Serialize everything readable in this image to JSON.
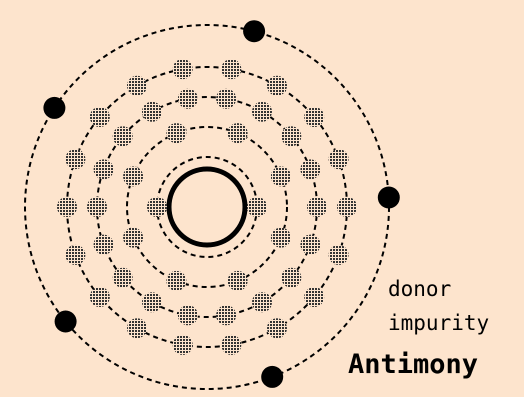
{
  "element": {
    "name": "Antimony",
    "label_line1": "donor",
    "label_line2": "impurity",
    "shell_electron_counts": [
      2,
      8,
      18,
      18,
      5
    ]
  },
  "colors": {
    "background": "#fde4cd",
    "ink": "#000000",
    "inner_electron_fill": "#555555"
  }
}
